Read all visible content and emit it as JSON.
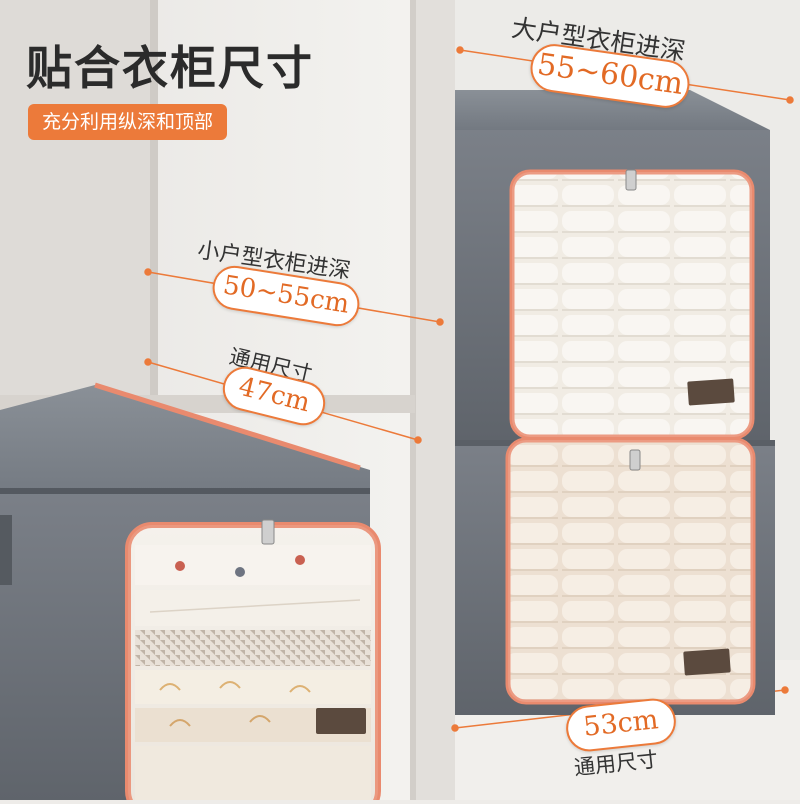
{
  "headline": "贴合衣柜尺寸",
  "tagline": "充分利用纵深和顶部",
  "large_wardrobe": {
    "caption": "大户型衣柜进深",
    "size": "55~60cm"
  },
  "small_wardrobe": {
    "caption": "小户型衣柜进深",
    "size": "50~55cm"
  },
  "general_depth": {
    "caption": "通用尺寸",
    "size": "47cm"
  },
  "general_width": {
    "caption": "通用尺寸",
    "size": "53cm"
  },
  "colors": {
    "accent": "#ec7a3a",
    "box_gray": "#6f757d",
    "zipper_trim": "#e98a6e",
    "background": "#eeece9"
  }
}
